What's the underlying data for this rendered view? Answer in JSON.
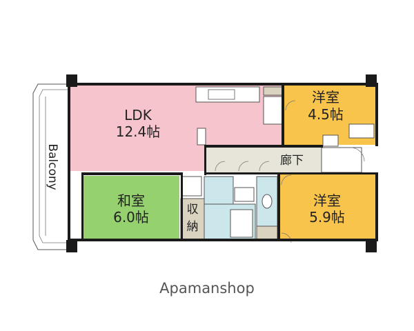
{
  "rooms": {
    "ldk": {
      "name": "LDK",
      "size": "12.4帖"
    },
    "washitsu": {
      "name": "和室",
      "size": "6.0帖"
    },
    "youshitsu_small": {
      "name": "洋室",
      "size": "4.5帖"
    },
    "youshitsu_large": {
      "name": "洋室",
      "size": "5.9帖"
    }
  },
  "labels": {
    "balcony": "Balcony",
    "corridor": "廊下",
    "storage_top": "収",
    "storage_bottom": "納",
    "brand": "Apamanshop"
  },
  "colors": {
    "ldk": "#f6c4cc",
    "washitsu": "#96d170",
    "youshitsu": "#f9c44c",
    "wet_area": "#cce7ec",
    "storage": "#d9d3c0",
    "corridor": "#e7e5da",
    "wall": "#1a1a1a"
  }
}
